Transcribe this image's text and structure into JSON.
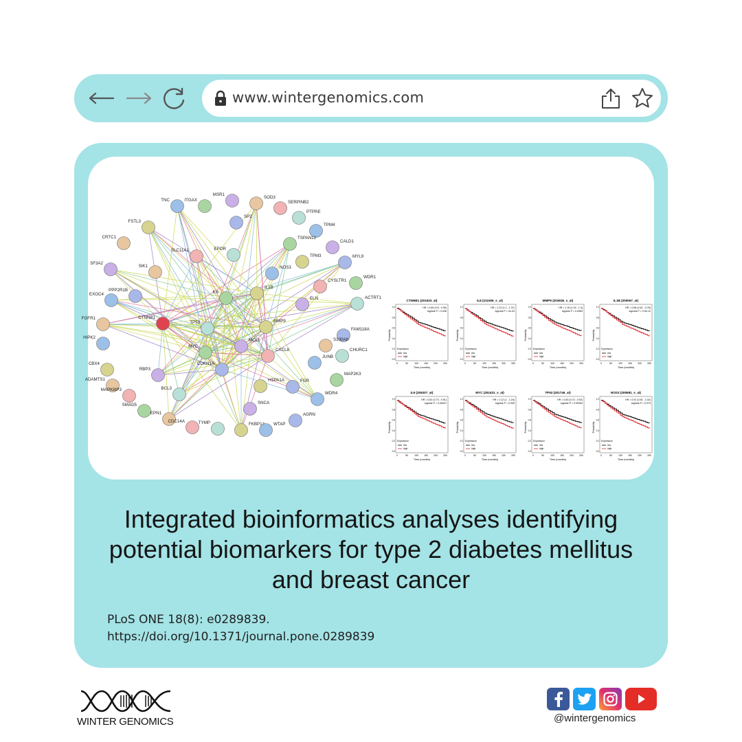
{
  "browser": {
    "url": "www.wintergenomics.com",
    "icons": [
      "back-arrow-icon",
      "forward-arrow-icon",
      "reload-icon",
      "lock-icon",
      "share-icon",
      "star-icon"
    ]
  },
  "figure": {
    "network_nodes": [
      "TNC",
      "ITGAX",
      "MSR1",
      "SOD3",
      "SERPINB2",
      "PTPRE",
      "FSTL3",
      "SP2",
      "TPM4",
      "TSPAN12",
      "CALD1",
      "CRTC1",
      "SLC11A1",
      "EPOR",
      "TPM3",
      "MYL9",
      "NOS3",
      "WDR1",
      "SF3A2",
      "SIK1",
      "CYSLTR1",
      "ACTRT1",
      "IL1B",
      "PPP2R1B",
      "EXOC4",
      "IL6",
      "ELN",
      "FGFR1",
      "CTNNB1",
      "TP53",
      "MMP9",
      "FAM118A",
      "HIPK2",
      "MYC",
      "MCL1",
      "S100A8",
      "CXCL8",
      "CHURC1",
      "CBX4",
      "CDKN1A",
      "JUNB",
      "MAP2K3",
      "RBP3",
      "ADAMTS1",
      "MAPK8IP3",
      "BCL3",
      "HSPA1A",
      "FGR",
      "WDR4",
      "SMAD5",
      "SNCA",
      "EPN1",
      "CDC14A",
      "TYMP",
      "FKBP1A",
      "AGRN",
      "WTAP"
    ],
    "km_plots": [
      {
        "title": "CTNNB1 (201533_at)",
        "hr": "HR = 0.89 (0.8 - 0.99)",
        "p": "logrank P = 0.036"
      },
      {
        "title": "IL8 (211506_s_at)",
        "hr": "HR = 1.23 (1.1 - 1.37)",
        "p": "logrank P = 2e-04"
      },
      {
        "title": "MMP9 (203936_s_at)",
        "hr": "HR = 1.16 (1.04 - 1.3)",
        "p": "logrank P = 0.0083"
      },
      {
        "title": "IL1B (205067_at)",
        "hr": "HR = 0.68 (0.61 - 0.76)",
        "p": "logrank P = 3.9e-12"
      },
      {
        "title": "IL6 (205207_at)",
        "hr": "HR = 0.81 (0.73 - 0.91)",
        "p": "logrank P = 0.00021"
      },
      {
        "title": "MYC (202431_s_at)",
        "hr": "HR = 1.12 (1 - 1.24)",
        "p": "logrank P = 0.049"
      },
      {
        "title": "TP53 (201746_at)",
        "hr": "HR = 0.83 (0.74 - 0.92)",
        "p": "logrank P = 0.00054"
      },
      {
        "title": "NOS3 (205581_s_at)",
        "hr": "HR = 0.91 (0.81 - 1.02)",
        "p": "logrank P = 0.073"
      }
    ],
    "km_axis": {
      "y_label": "Probability",
      "x_label": "Time (months)",
      "x_ticks": [
        "0",
        "50",
        "100",
        "150",
        "200",
        "250"
      ],
      "y_ticks": [
        "0.0",
        "0.2",
        "0.4",
        "0.6",
        "0.8",
        "1.0"
      ]
    },
    "km_legend": {
      "title": "Expression",
      "low": "low",
      "high": "high"
    },
    "colors": {
      "low": "#000000",
      "high": "#e0242a"
    }
  },
  "article": {
    "title": "Integrated bioinformatics analyses identifying potential biomarkers for type 2 diabetes mellitus and breast cancer",
    "journal": "PLoS ONE 18(8): e0289839.",
    "doi": "https://doi.org/10.1371/journal.pone.0289839"
  },
  "footer": {
    "brand": "WINTER GENOMICS",
    "handle": "@wintergenomics",
    "social_icons": [
      "facebook-icon",
      "twitter-icon",
      "instagram-icon",
      "youtube-icon"
    ]
  },
  "theme": {
    "accent": "#a4e3e6",
    "text": "#1b1b1b"
  }
}
